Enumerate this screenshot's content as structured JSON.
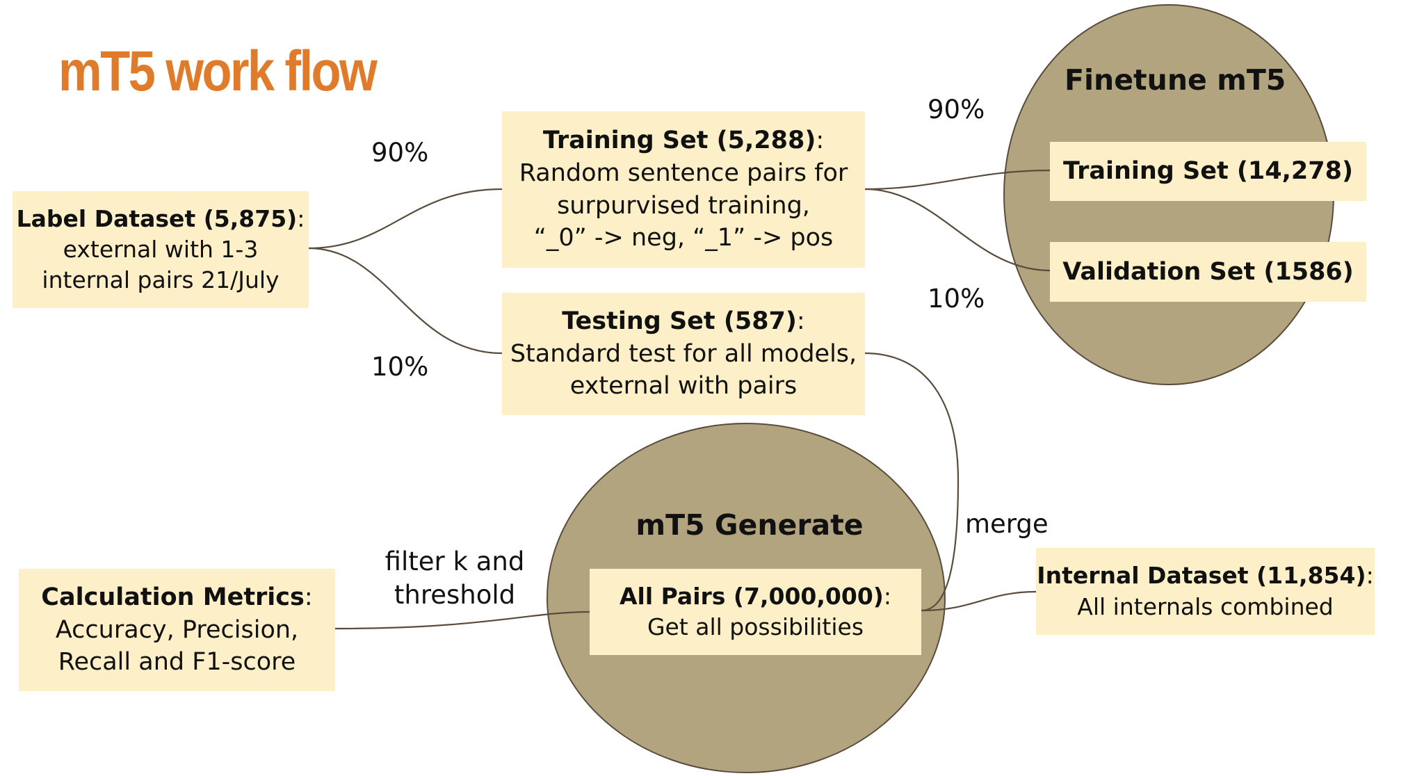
{
  "title": "mT5 work flow",
  "colors": {
    "title": "#e07b2c",
    "box_fill": "#fdf0c8",
    "circle_fill": "#b2a47f",
    "connector": "#5a4c3c",
    "text": "#111111"
  },
  "circles": {
    "finetune": {
      "title": "Finetune mT5"
    },
    "generate": {
      "title": "mT5 Generate"
    }
  },
  "boxes": {
    "label_dataset": {
      "heading": "Label Dataset (5,875)",
      "suffix": ":",
      "lines": [
        "external with 1-3",
        "internal pairs 21/July"
      ]
    },
    "training_set": {
      "heading": "Training Set (5,288)",
      "suffix": ":",
      "lines": [
        "Random sentence pairs for",
        "surpurvised training,",
        "“_0” -> neg, “_1” -> pos"
      ]
    },
    "testing_set": {
      "heading": "Testing Set (587)",
      "suffix": ":",
      "lines": [
        "Standard test for all models,",
        "external with pairs"
      ]
    },
    "ft_training_set": {
      "heading": "Training Set (14,278)"
    },
    "validation_set": {
      "heading": "Validation Set (1586)"
    },
    "all_pairs": {
      "heading": "All Pairs (7,000,000)",
      "suffix": ":",
      "lines": [
        "Get all possibilities"
      ]
    },
    "internal_dataset": {
      "heading": "Internal Dataset (11,854)",
      "suffix": ":",
      "lines": [
        "All internals combined"
      ]
    },
    "calculation_metrics": {
      "heading": "Calculation Metrics",
      "suffix": ":",
      "lines": [
        "Accuracy, Precision,",
        "Recall and F1-score"
      ]
    }
  },
  "edge_labels": {
    "split_train": "90%",
    "split_test": "10%",
    "finetune_train": "90%",
    "finetune_val": "10%",
    "merge": "merge",
    "filter_line1": "filter k and",
    "filter_line2": "threshold"
  }
}
